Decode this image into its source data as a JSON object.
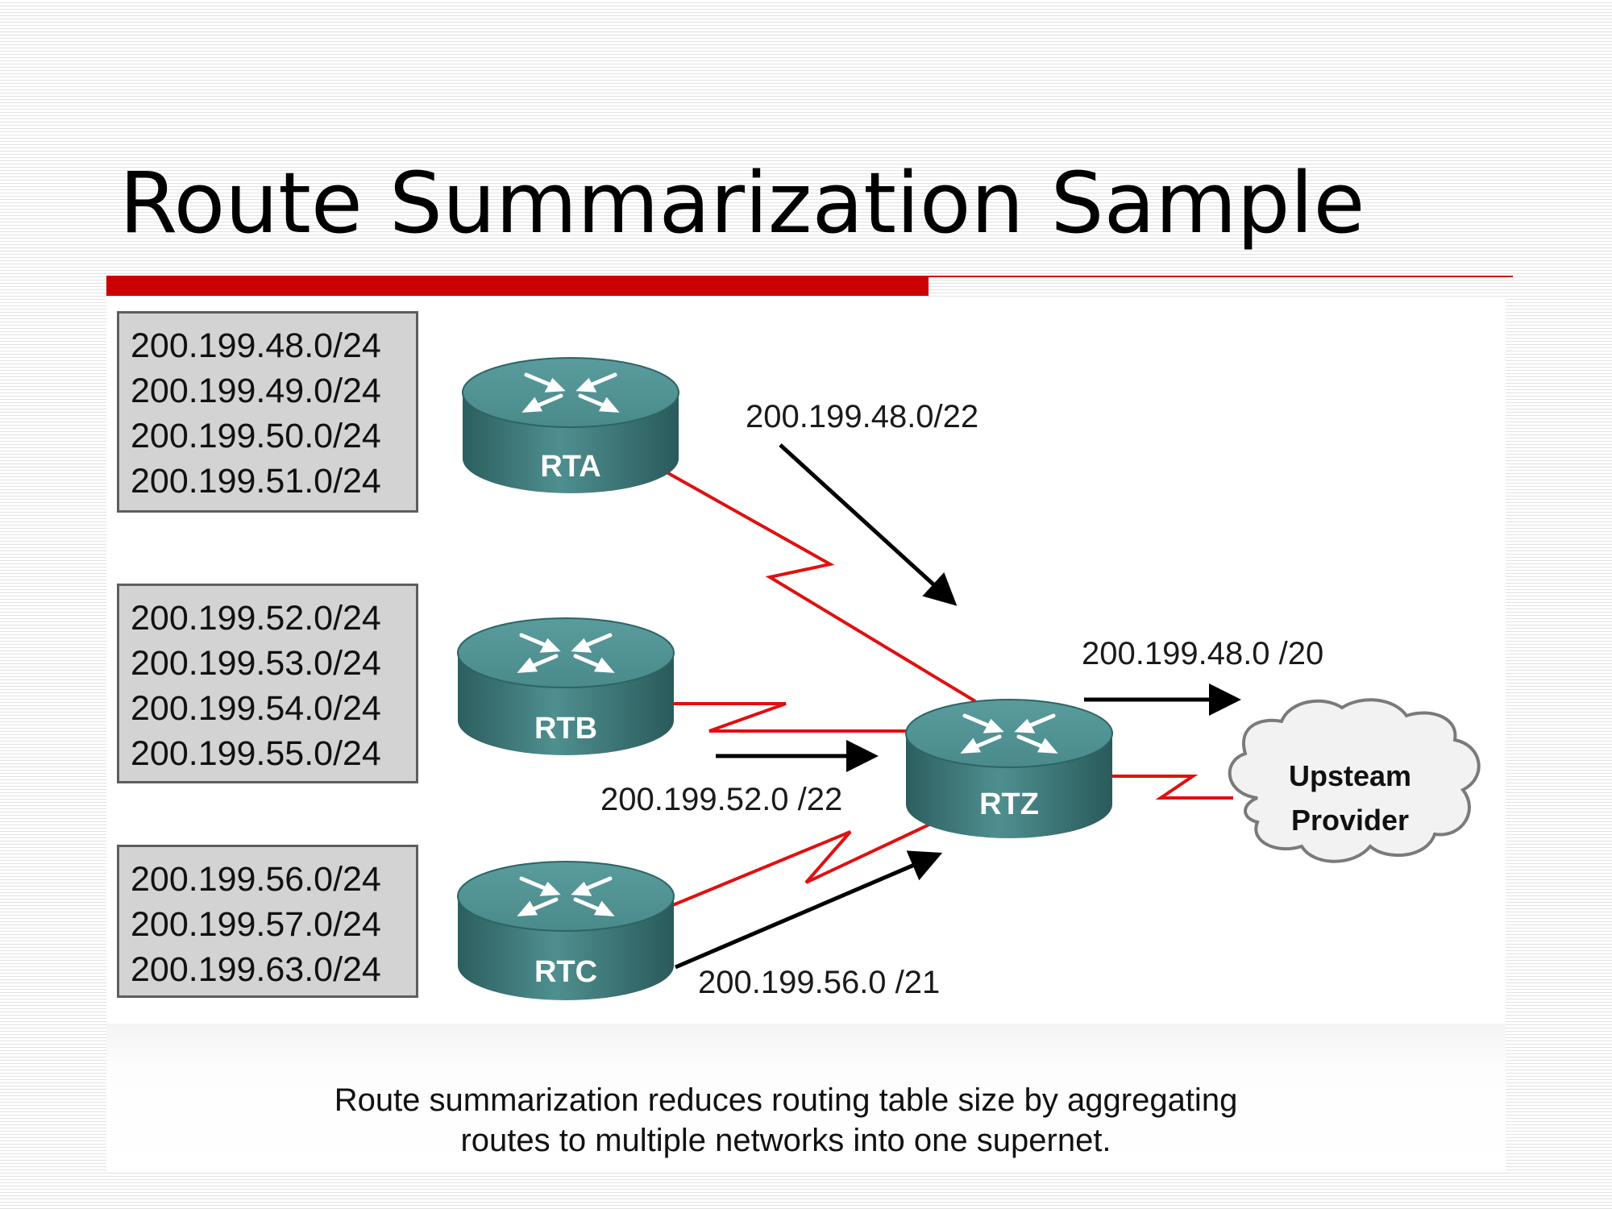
{
  "slide": {
    "title": "Route Summarization Sample",
    "accent_color": "#cc0000"
  },
  "networks": {
    "rta": [
      "200.199.48.0/24",
      "200.199.49.0/24",
      "200.199.50.0/24",
      "200.199.51.0/24"
    ],
    "rtb": [
      "200.199.52.0/24",
      "200.199.53.0/24",
      "200.199.54.0/24",
      "200.199.55.0/24"
    ],
    "rtc": [
      "200.199.56.0/24",
      "200.199.57.0/24",
      "200.199.63.0/24"
    ]
  },
  "routers": {
    "rta": "RTA",
    "rtb": "RTB",
    "rtc": "RTC",
    "rtz": "RTZ",
    "icon": "router-icon",
    "color": "#3f7f80"
  },
  "cloud": {
    "line1": "Upsteam",
    "line2": "Provider"
  },
  "routes": {
    "rta_summary": "200.199.48.0/22",
    "rtb_summary": "200.199.52.0 /22",
    "rtc_summary": "200.199.56.0 /21",
    "rtz_summary": "200.199.48.0 /20"
  },
  "caption": {
    "line1": "Route summarization reduces routing table size by aggregating",
    "line2": "routes to multiple networks into one supernet."
  }
}
